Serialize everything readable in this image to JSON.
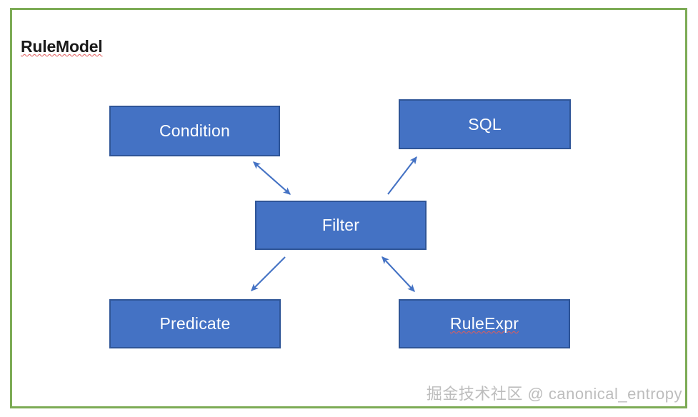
{
  "diagram": {
    "title": "RuleModel",
    "title_misspelled": true,
    "frame_color": "#7cab55",
    "node_fill": "#4472C4",
    "node_border": "#2F5597",
    "arrow_color": "#4472C4",
    "nodes": [
      {
        "id": "condition",
        "label": "Condition",
        "misspelled": false
      },
      {
        "id": "sql",
        "label": "SQL",
        "misspelled": false
      },
      {
        "id": "filter",
        "label": "Filter",
        "misspelled": false
      },
      {
        "id": "predicate",
        "label": "Predicate",
        "misspelled": false
      },
      {
        "id": "ruleexpr",
        "label": "RuleExpr",
        "misspelled": true
      }
    ],
    "connections": [
      {
        "from": "filter",
        "to": "condition",
        "style": "double-arrow"
      },
      {
        "from": "filter",
        "to": "sql",
        "style": "single-arrow"
      },
      {
        "from": "filter",
        "to": "predicate",
        "style": "single-arrow"
      },
      {
        "from": "filter",
        "to": "ruleexpr",
        "style": "double-arrow"
      }
    ]
  },
  "watermark": {
    "text": "掘金技术社区 @ canonical_entropy"
  }
}
